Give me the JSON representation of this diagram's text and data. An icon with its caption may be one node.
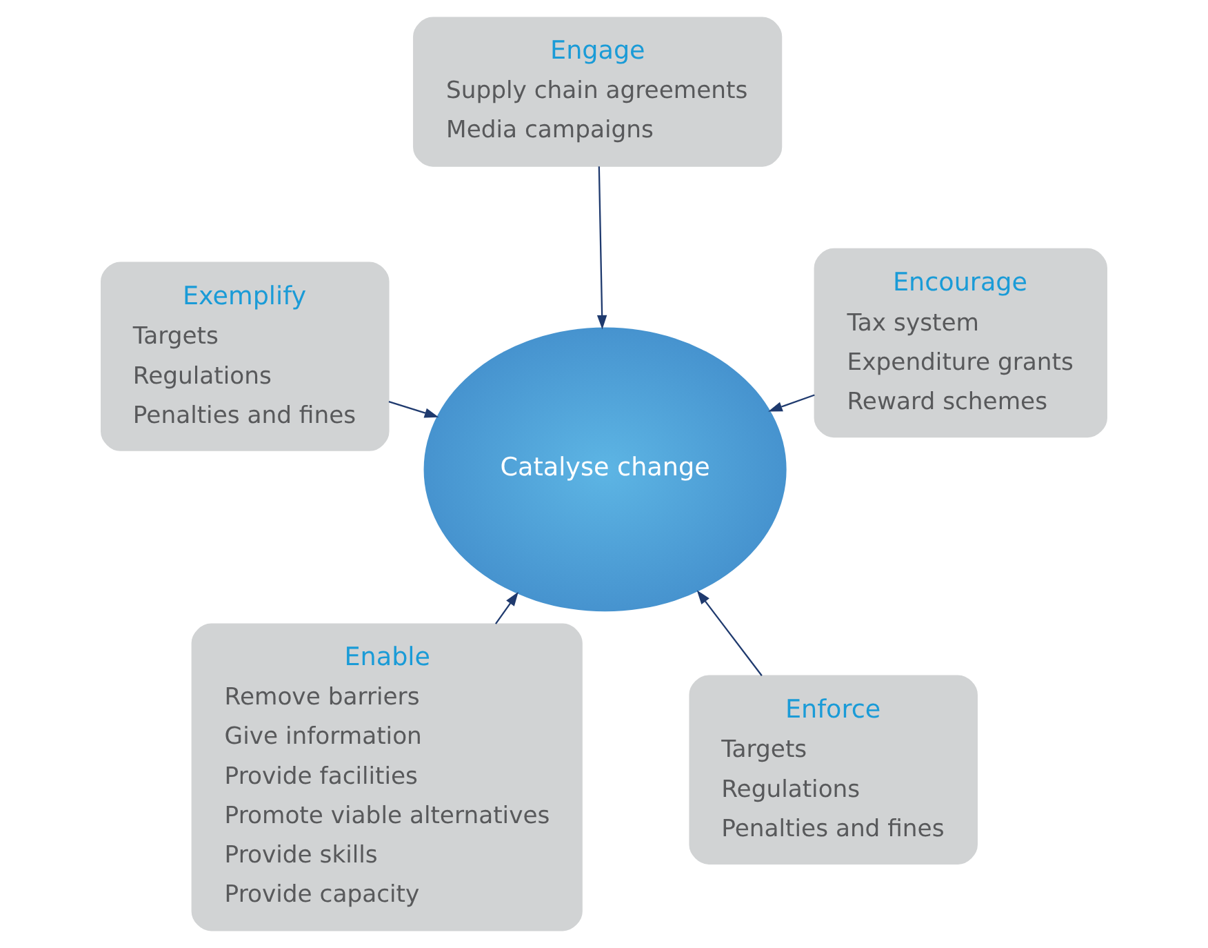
{
  "diagram": {
    "nodes": [
      {
        "text": [
          "Enable",
          "Remove barriers",
          "Give information",
          "Provide facilities",
          "Promote viable alternatives",
          "Provide skills",
          "Provide capacity"
        ]
      },
      {
        "text": [
          "Enforce",
          "Targets",
          "Regulations",
          "Penalties and fines"
        ]
      },
      {
        "text": [
          "Catalyse change"
        ]
      },
      {
        "text": [
          "Engage",
          "Supply chain agreements",
          "Media campaigns"
        ]
      },
      {
        "text": [
          "Encourage",
          "Tax system",
          "Expenditure grants",
          "Reward schemes"
        ]
      },
      {
        "text": [
          "Exemplify",
          "Targets",
          "Regulations",
          "Penalties and fines"
        ]
      }
    ],
    "edges": [
      {
        "from": 0,
        "to": 2,
        "arrow": "to"
      },
      {
        "from": 1,
        "to": 2,
        "arrow": "to"
      },
      {
        "from": 3,
        "to": 2,
        "arrow": "to"
      },
      {
        "from": 4,
        "to": 2,
        "arrow": "to"
      },
      {
        "from": 5,
        "to": 2,
        "arrow": "to"
      }
    ]
  }
}
